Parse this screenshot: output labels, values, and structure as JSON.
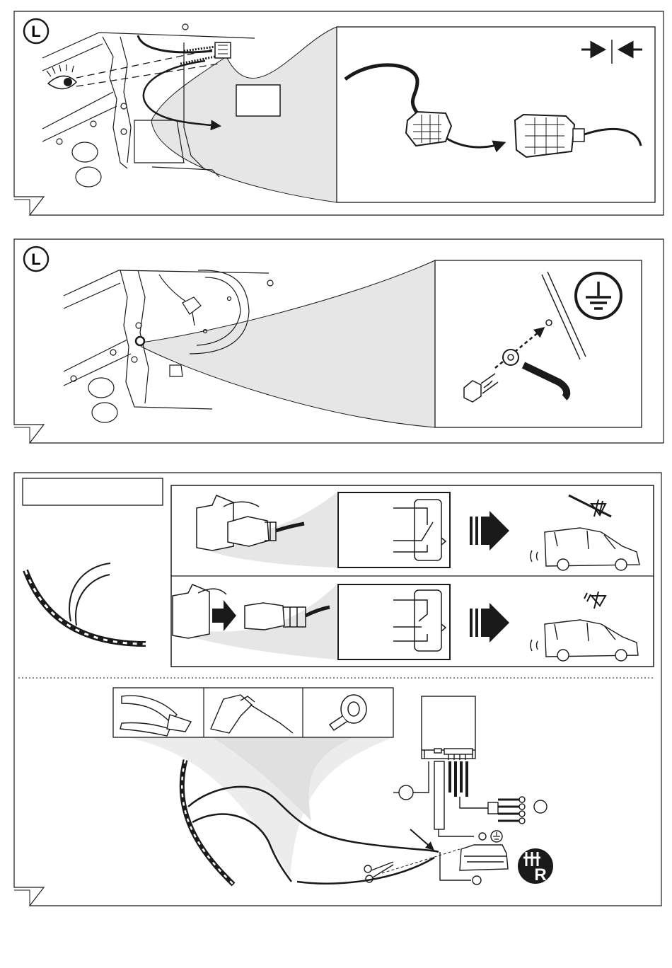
{
  "panels": [
    {
      "id": "connector",
      "side_label": "L"
    },
    {
      "id": "ground",
      "side_label": "L"
    },
    {
      "id": "wiring"
    }
  ],
  "wiring": {
    "trailer_badge_letter": "R"
  },
  "colors": {
    "line": "#1a1a1a",
    "shade": "#e6e6e6",
    "page": "#ffffff"
  },
  "icons": [
    "eye-icon",
    "press-together-icon",
    "ground-symbol-icon",
    "no-sound-icon",
    "sound-icon",
    "wire-stripper-icon",
    "soldering-iron-icon",
    "tape-roll-icon",
    "scissors-icon",
    "bulb-icon",
    "trailer-icon"
  ]
}
